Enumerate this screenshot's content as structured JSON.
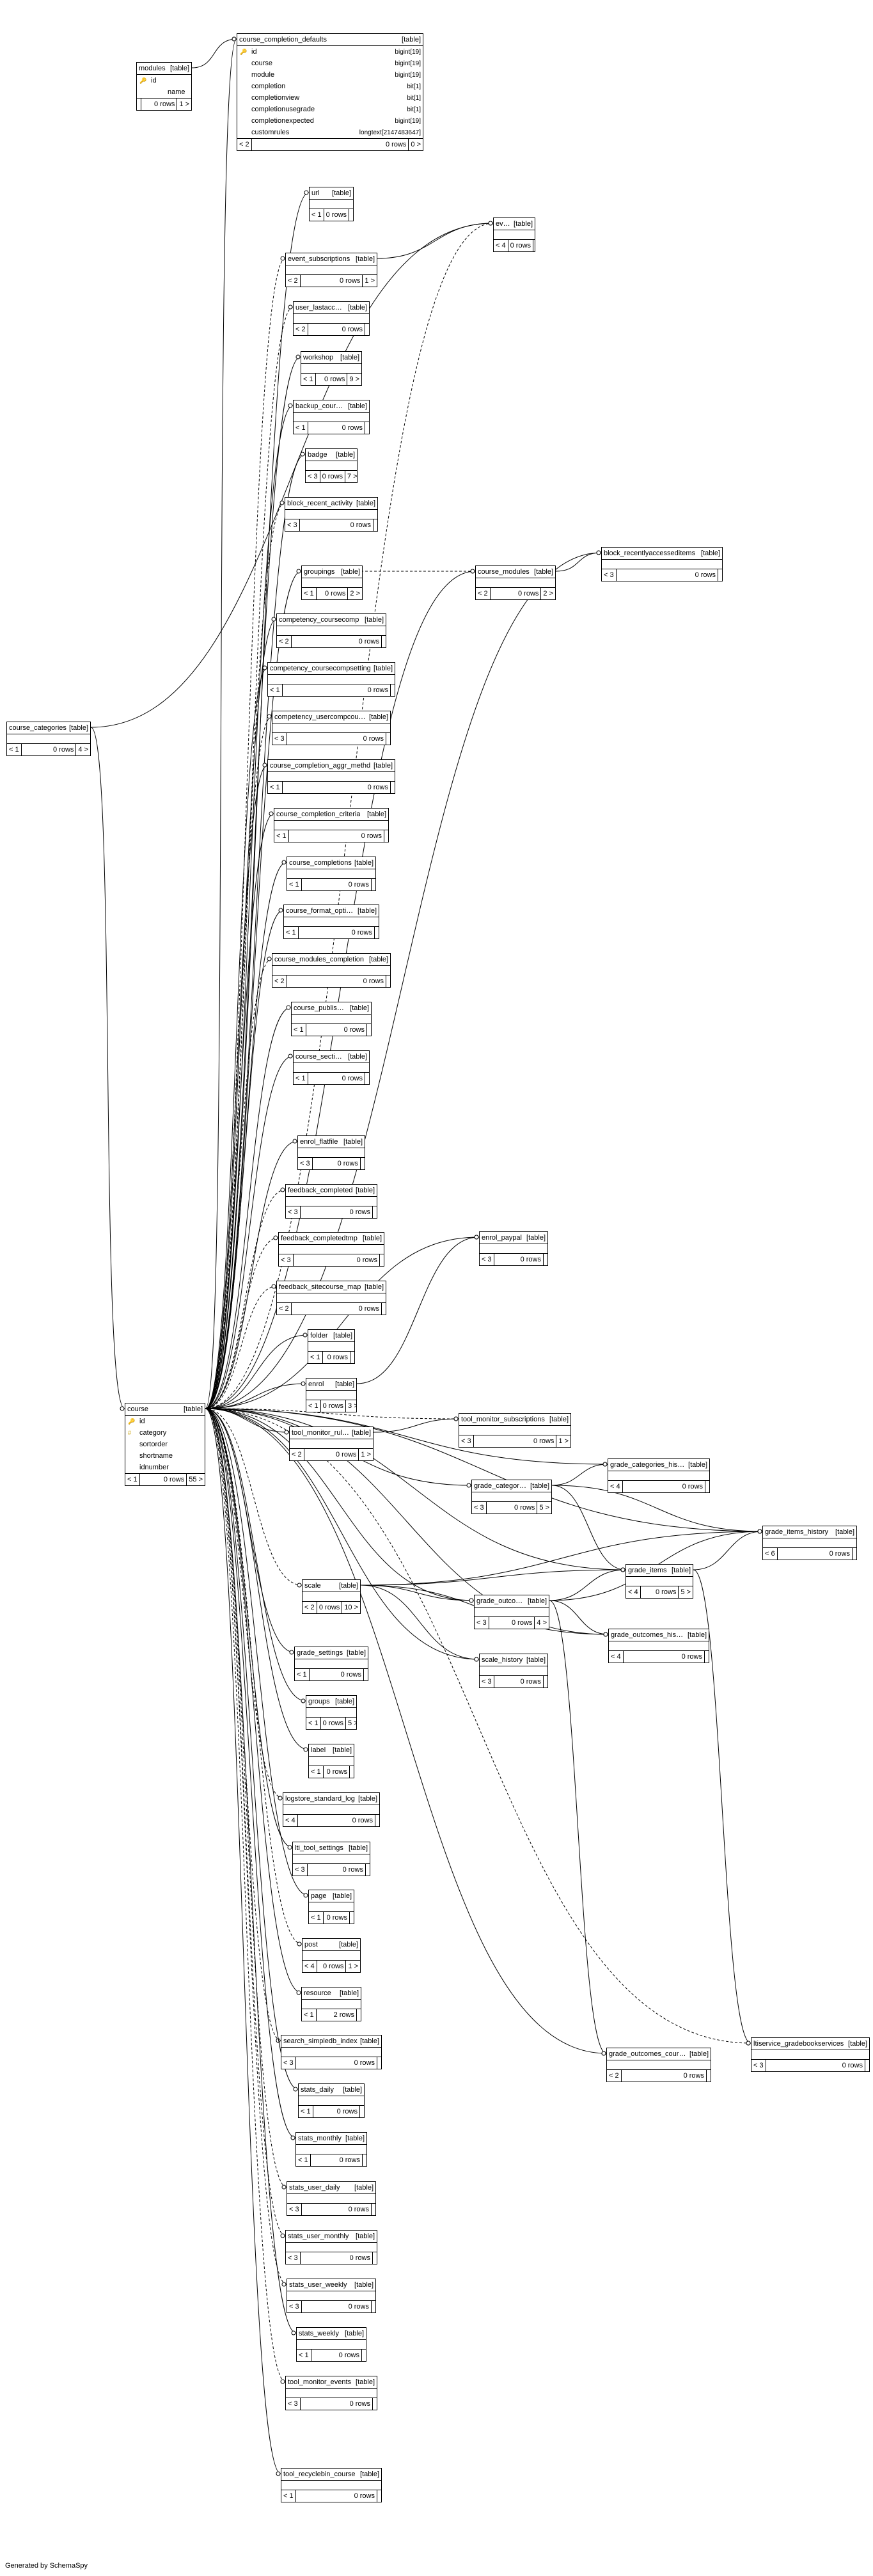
{
  "footer": "Generated by SchemaSpy",
  "tables": [
    {
      "id": "course_completion_defaults",
      "name": "course_completion_defaults",
      "tag": "[table]",
      "columns": [
        {
          "key": "pk",
          "name": "id",
          "type": "bigint[19]"
        },
        {
          "key": "",
          "name": "course",
          "type": "bigint[19]"
        },
        {
          "key": "",
          "name": "module",
          "type": "bigint[19]"
        },
        {
          "key": "",
          "name": "completion",
          "type": "bit[1]"
        },
        {
          "key": "",
          "name": "completionview",
          "type": "bit[1]"
        },
        {
          "key": "",
          "name": "completionusegrade",
          "type": "bit[1]"
        },
        {
          "key": "",
          "name": "completionexpected",
          "type": "bigint[19]"
        },
        {
          "key": "",
          "name": "customrules",
          "type": "longtext[2147483647]"
        }
      ],
      "left": "< 2",
      "rows": "0 rows",
      "right": "0 >"
    },
    {
      "id": "modules",
      "name": "modules",
      "tag": "[table]",
      "columns": [
        {
          "key": "pk",
          "name": "id",
          "type": ""
        },
        {
          "key": "",
          "name": "name",
          "type": ""
        }
      ],
      "left": "",
      "rows": "0 rows",
      "right": "1 >"
    },
    {
      "id": "url",
      "name": "url",
      "tag": "[table]",
      "left": "< 1",
      "rows": "0 rows",
      "right": ""
    },
    {
      "id": "event",
      "name": "event",
      "tag": "[table]",
      "left": "< 4",
      "rows": "0 rows",
      "right": ""
    },
    {
      "id": "event_subscriptions",
      "name": "event_subscriptions",
      "tag": "[table]",
      "left": "< 2",
      "rows": "0 rows",
      "right": "1 >"
    },
    {
      "id": "user_lastaccess",
      "name": "user_lastaccess",
      "tag": "[table]",
      "left": "< 2",
      "rows": "0 rows",
      "right": ""
    },
    {
      "id": "workshop",
      "name": "workshop",
      "tag": "[table]",
      "left": "< 1",
      "rows": "0 rows",
      "right": "9 >"
    },
    {
      "id": "backup_courses",
      "name": "backup_courses",
      "tag": "[table]",
      "left": "< 1",
      "rows": "0 rows",
      "right": ""
    },
    {
      "id": "badge",
      "name": "badge",
      "tag": "[table]",
      "left": "< 3",
      "rows": "0 rows",
      "right": "7 >"
    },
    {
      "id": "block_recent_activity",
      "name": "block_recent_activity",
      "tag": "[table]",
      "left": "< 3",
      "rows": "0 rows",
      "right": ""
    },
    {
      "id": "block_recentlyaccesseditems",
      "name": "block_recentlyaccesseditems",
      "tag": "[table]",
      "left": "< 3",
      "rows": "0 rows",
      "right": ""
    },
    {
      "id": "groupings",
      "name": "groupings",
      "tag": "[table]",
      "left": "< 1",
      "rows": "0 rows",
      "right": "2 >"
    },
    {
      "id": "course_modules",
      "name": "course_modules",
      "tag": "[table]",
      "left": "< 2",
      "rows": "0 rows",
      "right": "2 >"
    },
    {
      "id": "competency_coursecomp",
      "name": "competency_coursecomp",
      "tag": "[table]",
      "left": "< 2",
      "rows": "0 rows",
      "right": ""
    },
    {
      "id": "competency_coursecompsetting",
      "name": "competency_coursecompsetting",
      "tag": "[table]",
      "left": "< 1",
      "rows": "0 rows",
      "right": ""
    },
    {
      "id": "course_categories",
      "name": "course_categories",
      "tag": "[table]",
      "left": "< 1",
      "rows": "0 rows",
      "right": "4 >"
    },
    {
      "id": "competency_usercompcourse",
      "name": "competency_usercompcourse",
      "tag": "[table]",
      "left": "< 3",
      "rows": "0 rows",
      "right": ""
    },
    {
      "id": "course_completion_aggr_methd",
      "name": "course_completion_aggr_methd",
      "tag": "[table]",
      "left": "< 1",
      "rows": "0 rows",
      "right": ""
    },
    {
      "id": "course_completion_criteria",
      "name": "course_completion_criteria",
      "tag": "[table]",
      "left": "< 1",
      "rows": "0 rows",
      "right": ""
    },
    {
      "id": "course_completions",
      "name": "course_completions",
      "tag": "[table]",
      "left": "< 1",
      "rows": "0 rows",
      "right": ""
    },
    {
      "id": "course_format_options",
      "name": "course_format_options",
      "tag": "[table]",
      "left": "< 1",
      "rows": "0 rows",
      "right": ""
    },
    {
      "id": "course_modules_completion",
      "name": "course_modules_completion",
      "tag": "[table]",
      "left": "< 2",
      "rows": "0 rows",
      "right": ""
    },
    {
      "id": "course_published",
      "name": "course_published",
      "tag": "[table]",
      "left": "< 1",
      "rows": "0 rows",
      "right": ""
    },
    {
      "id": "course_sections",
      "name": "course_sections",
      "tag": "[table]",
      "left": "< 1",
      "rows": "0 rows",
      "right": ""
    },
    {
      "id": "enrol_flatfile",
      "name": "enrol_flatfile",
      "tag": "[table]",
      "left": "< 3",
      "rows": "0 rows",
      "right": ""
    },
    {
      "id": "feedback_completed",
      "name": "feedback_completed",
      "tag": "[table]",
      "left": "< 3",
      "rows": "0 rows",
      "right": ""
    },
    {
      "id": "enrol_paypal",
      "name": "enrol_paypal",
      "tag": "[table]",
      "left": "< 3",
      "rows": "0 rows",
      "right": ""
    },
    {
      "id": "feedback_completedtmp",
      "name": "feedback_completedtmp",
      "tag": "[table]",
      "left": "< 3",
      "rows": "0 rows",
      "right": ""
    },
    {
      "id": "feedback_sitecourse_map",
      "name": "feedback_sitecourse_map",
      "tag": "[table]",
      "left": "< 2",
      "rows": "0 rows",
      "right": ""
    },
    {
      "id": "folder",
      "name": "folder",
      "tag": "[table]",
      "left": "< 1",
      "rows": "0 rows",
      "right": ""
    },
    {
      "id": "course",
      "name": "course",
      "tag": "[table]",
      "columns": [
        {
          "key": "pk",
          "name": "id",
          "type": ""
        },
        {
          "key": "fk",
          "name": "category",
          "type": ""
        },
        {
          "key": "",
          "name": "sortorder",
          "type": ""
        },
        {
          "key": "",
          "name": "shortname",
          "type": ""
        },
        {
          "key": "",
          "name": "idnumber",
          "type": ""
        }
      ],
      "left": "< 1",
      "rows": "0 rows",
      "right": "55 >"
    },
    {
      "id": "enrol",
      "name": "enrol",
      "tag": "[table]",
      "left": "< 1",
      "rows": "0 rows",
      "right": "3 >"
    },
    {
      "id": "tool_monitor_rules",
      "name": "tool_monitor_rules",
      "tag": "[table]",
      "left": "< 2",
      "rows": "0 rows",
      "right": "1 >"
    },
    {
      "id": "tool_monitor_subscriptions",
      "name": "tool_monitor_subscriptions",
      "tag": "[table]",
      "left": "< 3",
      "rows": "0 rows",
      "right": "1 >"
    },
    {
      "id": "grade_categories_history",
      "name": "grade_categories_history",
      "tag": "[table]",
      "left": "< 4",
      "rows": "0 rows",
      "right": ""
    },
    {
      "id": "grade_categories",
      "name": "grade_categories",
      "tag": "[table]",
      "left": "< 3",
      "rows": "0 rows",
      "right": "5 >"
    },
    {
      "id": "grade_items_history",
      "name": "grade_items_history",
      "tag": "[table]",
      "left": "< 6",
      "rows": "0 rows",
      "right": ""
    },
    {
      "id": "grade_items",
      "name": "grade_items",
      "tag": "[table]",
      "left": "< 4",
      "rows": "0 rows",
      "right": "5 >"
    },
    {
      "id": "scale",
      "name": "scale",
      "tag": "[table]",
      "left": "< 2",
      "rows": "0 rows",
      "right": "10 >"
    },
    {
      "id": "grade_outcomes",
      "name": "grade_outcomes",
      "tag": "[table]",
      "left": "< 3",
      "rows": "0 rows",
      "right": "4 >"
    },
    {
      "id": "grade_outcomes_history",
      "name": "grade_outcomes_history",
      "tag": "[table]",
      "left": "< 4",
      "rows": "0 rows",
      "right": ""
    },
    {
      "id": "scale_history",
      "name": "scale_history",
      "tag": "[table]",
      "left": "< 3",
      "rows": "0 rows",
      "right": ""
    },
    {
      "id": "grade_settings",
      "name": "grade_settings",
      "tag": "[table]",
      "left": "< 1",
      "rows": "0 rows",
      "right": ""
    },
    {
      "id": "groups",
      "name": "groups",
      "tag": "[table]",
      "left": "< 1",
      "rows": "0 rows",
      "right": "5 >"
    },
    {
      "id": "label",
      "name": "label",
      "tag": "[table]",
      "left": "< 1",
      "rows": "0 rows",
      "right": ""
    },
    {
      "id": "logstore_standard_log",
      "name": "logstore_standard_log",
      "tag": "[table]",
      "left": "< 4",
      "rows": "0 rows",
      "right": ""
    },
    {
      "id": "lti_tool_settings",
      "name": "lti_tool_settings",
      "tag": "[table]",
      "left": "< 3",
      "rows": "0 rows",
      "right": ""
    },
    {
      "id": "page",
      "name": "page",
      "tag": "[table]",
      "left": "< 1",
      "rows": "0 rows",
      "right": ""
    },
    {
      "id": "post",
      "name": "post",
      "tag": "[table]",
      "left": "< 4",
      "rows": "0 rows",
      "right": "1 >"
    },
    {
      "id": "resource",
      "name": "resource",
      "tag": "[table]",
      "left": "< 1",
      "rows": "2 rows",
      "right": ""
    },
    {
      "id": "search_simpledb_index",
      "name": "search_simpledb_index",
      "tag": "[table]",
      "left": "< 3",
      "rows": "0 rows",
      "right": ""
    },
    {
      "id": "grade_outcomes_courses",
      "name": "grade_outcomes_courses",
      "tag": "[table]",
      "left": "< 2",
      "rows": "0 rows",
      "right": ""
    },
    {
      "id": "ltiservice_gradebookservices",
      "name": "ltiservice_gradebookservices",
      "tag": "[table]",
      "left": "< 3",
      "rows": "0 rows",
      "right": ""
    },
    {
      "id": "stats_daily",
      "name": "stats_daily",
      "tag": "[table]",
      "left": "< 1",
      "rows": "0 rows",
      "right": ""
    },
    {
      "id": "stats_monthly",
      "name": "stats_monthly",
      "tag": "[table]",
      "left": "< 1",
      "rows": "0 rows",
      "right": ""
    },
    {
      "id": "stats_user_daily",
      "name": "stats_user_daily",
      "tag": "[table]",
      "left": "< 3",
      "rows": "0 rows",
      "right": ""
    },
    {
      "id": "stats_user_monthly",
      "name": "stats_user_monthly",
      "tag": "[table]",
      "left": "< 3",
      "rows": "0 rows",
      "right": ""
    },
    {
      "id": "stats_user_weekly",
      "name": "stats_user_weekly",
      "tag": "[table]",
      "left": "< 3",
      "rows": "0 rows",
      "right": ""
    },
    {
      "id": "stats_weekly",
      "name": "stats_weekly",
      "tag": "[table]",
      "left": "< 1",
      "rows": "0 rows",
      "right": ""
    },
    {
      "id": "tool_monitor_events",
      "name": "tool_monitor_events",
      "tag": "[table]",
      "left": "< 3",
      "rows": "0 rows",
      "right": ""
    },
    {
      "id": "tool_recyclebin_course",
      "name": "tool_recyclebin_course",
      "tag": "[table]",
      "left": "< 1",
      "rows": "0 rows",
      "right": ""
    }
  ],
  "relations": [
    {
      "from": "course_completion_defaults",
      "to": "course",
      "style": "solid"
    },
    {
      "from": "course_completion_defaults",
      "to": "modules",
      "style": "solid"
    },
    {
      "from": "url",
      "to": "course",
      "style": "solid"
    },
    {
      "from": "event",
      "to": "course",
      "style": "dashed"
    },
    {
      "from": "event",
      "to": "event_subscriptions",
      "style": "solid"
    },
    {
      "from": "event",
      "to": "course_categories",
      "style": "solid"
    },
    {
      "from": "event_subscriptions",
      "to": "course",
      "style": "dashed"
    },
    {
      "from": "user_lastaccess",
      "to": "course",
      "style": "dashed"
    },
    {
      "from": "workshop",
      "to": "course",
      "style": "solid"
    },
    {
      "from": "backup_courses",
      "to": "course",
      "style": "solid"
    },
    {
      "from": "badge",
      "to": "course",
      "style": "solid"
    },
    {
      "from": "block_recent_activity",
      "to": "course",
      "style": "dashed"
    },
    {
      "from": "block_recentlyaccesseditems",
      "to": "course",
      "style": "solid"
    },
    {
      "from": "block_recentlyaccesseditems",
      "to": "course_modules",
      "style": "solid"
    },
    {
      "from": "groupings",
      "to": "course",
      "style": "solid"
    },
    {
      "from": "course_modules",
      "to": "groupings",
      "style": "dashed"
    },
    {
      "from": "course_modules",
      "to": "course",
      "style": "solid"
    },
    {
      "from": "competency_coursecomp",
      "to": "course",
      "style": "solid"
    },
    {
      "from": "competency_coursecompsetting",
      "to": "course",
      "style": "solid"
    },
    {
      "from": "course",
      "to": "course_categories",
      "style": "solid"
    },
    {
      "from": "competency_usercompcourse",
      "to": "course",
      "style": "dashed"
    },
    {
      "from": "course_completion_aggr_methd",
      "to": "course",
      "style": "solid"
    },
    {
      "from": "course_completion_criteria",
      "to": "course",
      "style": "solid"
    },
    {
      "from": "course_completions",
      "to": "course",
      "style": "solid"
    },
    {
      "from": "course_format_options",
      "to": "course",
      "style": "solid"
    },
    {
      "from": "course_modules_completion",
      "to": "course",
      "style": "dashed"
    },
    {
      "from": "course_published",
      "to": "course",
      "style": "solid"
    },
    {
      "from": "course_sections",
      "to": "course",
      "style": "solid"
    },
    {
      "from": "enrol_flatfile",
      "to": "course",
      "style": "solid"
    },
    {
      "from": "feedback_completed",
      "to": "course",
      "style": "dashed"
    },
    {
      "from": "enrol_paypal",
      "to": "course",
      "style": "solid"
    },
    {
      "from": "enrol_paypal",
      "to": "enrol",
      "style": "solid"
    },
    {
      "from": "feedback_completedtmp",
      "to": "course",
      "style": "dashed"
    },
    {
      "from": "feedback_sitecourse_map",
      "to": "course",
      "style": "dashed"
    },
    {
      "from": "folder",
      "to": "course",
      "style": "solid"
    },
    {
      "from": "enrol",
      "to": "course",
      "style": "solid"
    },
    {
      "from": "tool_monitor_rules",
      "to": "course",
      "style": "solid"
    },
    {
      "from": "tool_monitor_subscriptions",
      "to": "course",
      "style": "dashed"
    },
    {
      "from": "tool_monitor_subscriptions",
      "to": "tool_monitor_rules",
      "style": "solid"
    },
    {
      "from": "grade_categories",
      "to": "course",
      "style": "solid"
    },
    {
      "from": "grade_categories_history",
      "to": "course",
      "style": "solid"
    },
    {
      "from": "grade_categories_history",
      "to": "grade_categories",
      "style": "solid"
    },
    {
      "from": "grade_items",
      "to": "course",
      "style": "solid"
    },
    {
      "from": "grade_items",
      "to": "grade_categories",
      "style": "solid"
    },
    {
      "from": "grade_items",
      "to": "scale",
      "style": "solid"
    },
    {
      "from": "grade_items",
      "to": "grade_outcomes",
      "style": "solid"
    },
    {
      "from": "grade_items_history",
      "to": "course",
      "style": "solid"
    },
    {
      "from": "grade_items_history",
      "to": "grade_categories",
      "style": "solid"
    },
    {
      "from": "grade_items_history",
      "to": "grade_items",
      "style": "solid"
    },
    {
      "from": "grade_items_history",
      "to": "scale",
      "style": "solid"
    },
    {
      "from": "grade_items_history",
      "to": "grade_outcomes",
      "style": "solid"
    },
    {
      "from": "scale",
      "to": "course",
      "style": "dashed"
    },
    {
      "from": "grade_outcomes",
      "to": "course",
      "style": "solid"
    },
    {
      "from": "grade_outcomes",
      "to": "scale",
      "style": "solid"
    },
    {
      "from": "grade_outcomes_history",
      "to": "course",
      "style": "solid"
    },
    {
      "from": "grade_outcomes_history",
      "to": "scale",
      "style": "solid"
    },
    {
      "from": "grade_outcomes_history",
      "to": "grade_outcomes",
      "style": "solid"
    },
    {
      "from": "scale_history",
      "to": "course",
      "style": "solid"
    },
    {
      "from": "scale_history",
      "to": "scale",
      "style": "solid"
    },
    {
      "from": "grade_settings",
      "to": "course",
      "style": "solid"
    },
    {
      "from": "groups",
      "to": "course",
      "style": "solid"
    },
    {
      "from": "label",
      "to": "course",
      "style": "solid"
    },
    {
      "from": "logstore_standard_log",
      "to": "course",
      "style": "dashed"
    },
    {
      "from": "lti_tool_settings",
      "to": "course",
      "style": "solid"
    },
    {
      "from": "page",
      "to": "course",
      "style": "solid"
    },
    {
      "from": "post",
      "to": "course",
      "style": "dashed"
    },
    {
      "from": "resource",
      "to": "course",
      "style": "solid"
    },
    {
      "from": "search_simpledb_index",
      "to": "course",
      "style": "dashed"
    },
    {
      "from": "grade_outcomes_courses",
      "to": "course",
      "style": "solid"
    },
    {
      "from": "grade_outcomes_courses",
      "to": "grade_outcomes",
      "style": "solid"
    },
    {
      "from": "ltiservice_gradebookservices",
      "to": "course",
      "style": "dashed"
    },
    {
      "from": "ltiservice_gradebookservices",
      "to": "grade_items",
      "style": "solid"
    },
    {
      "from": "stats_daily",
      "to": "course",
      "style": "solid"
    },
    {
      "from": "stats_monthly",
      "to": "course",
      "style": "solid"
    },
    {
      "from": "stats_user_daily",
      "to": "course",
      "style": "dashed"
    },
    {
      "from": "stats_user_monthly",
      "to": "course",
      "style": "dashed"
    },
    {
      "from": "stats_user_weekly",
      "to": "course",
      "style": "dashed"
    },
    {
      "from": "stats_weekly",
      "to": "course",
      "style": "solid"
    },
    {
      "from": "tool_monitor_events",
      "to": "course",
      "style": "dashed"
    },
    {
      "from": "tool_recyclebin_course",
      "to": "course",
      "style": "solid"
    }
  ]
}
